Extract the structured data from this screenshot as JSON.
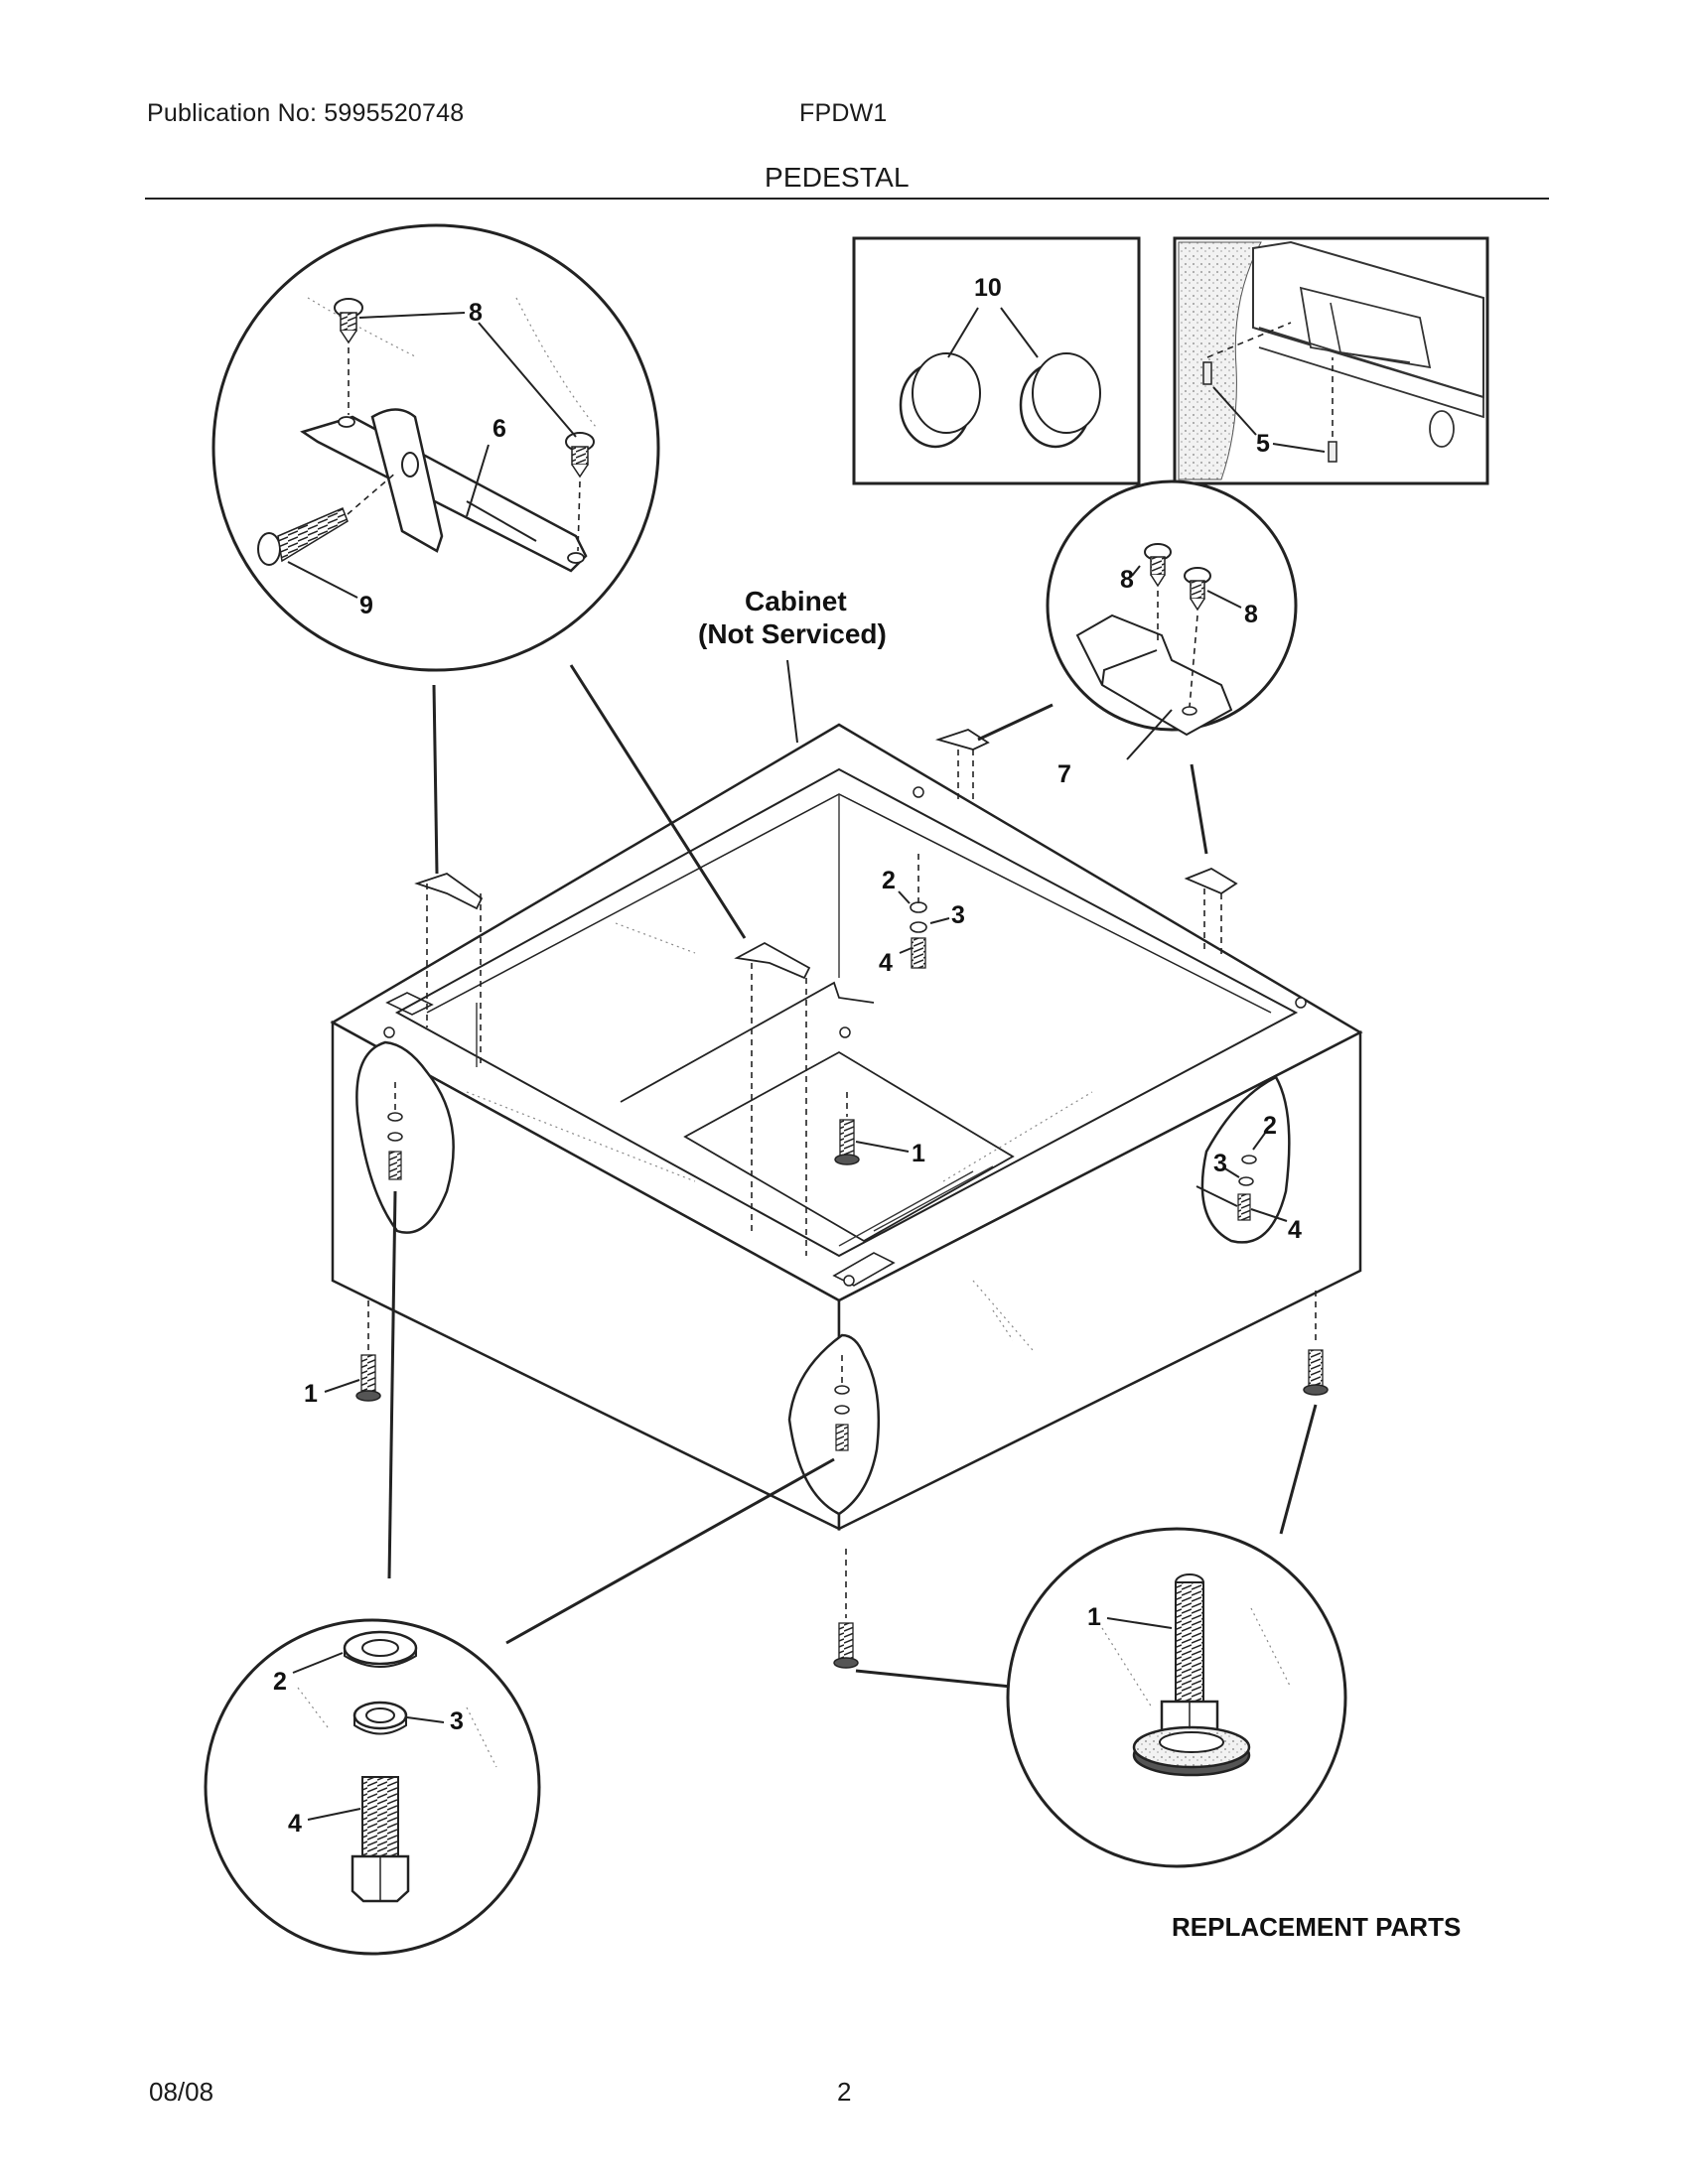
{
  "header": {
    "publication": "Publication No: 5995520748",
    "model": "FPDW1",
    "section_title": "PEDESTAL"
  },
  "diagram": {
    "cabinet_label_line1": "Cabinet",
    "cabinet_label_line2": "(Not Serviced)",
    "replacement_parts": "REPLACEMENT PARTS",
    "callouts": {
      "c1": "1",
      "c2": "2",
      "c3": "3",
      "c4": "4",
      "c5": "5",
      "c6": "6",
      "c7": "7",
      "c8": "8",
      "c9": "9",
      "c10": "10"
    }
  },
  "footer": {
    "date": "08/08",
    "page": "2"
  }
}
